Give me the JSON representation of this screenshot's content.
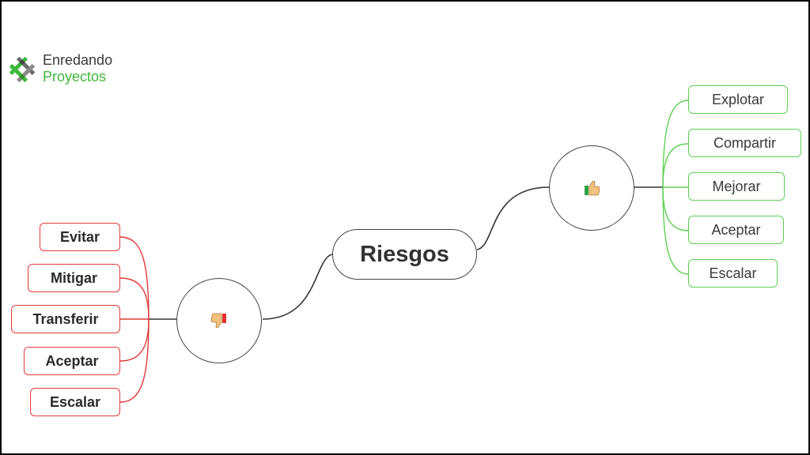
{
  "logo": {
    "line1": "Enredando",
    "line2": "Proyectos"
  },
  "central": {
    "label": "Riesgos"
  },
  "negative_branch": {
    "icon": "thumbs-down-icon",
    "color": "#e23b3b",
    "items": [
      "Evitar",
      "Mitigar",
      "Transferir",
      "Aceptar",
      "Escalar"
    ]
  },
  "positive_branch": {
    "icon": "thumbs-up-icon",
    "color": "#5fcf55",
    "items": [
      "Explotar",
      "Compartir",
      "Mejorar",
      "Aceptar",
      "Escalar"
    ]
  }
}
